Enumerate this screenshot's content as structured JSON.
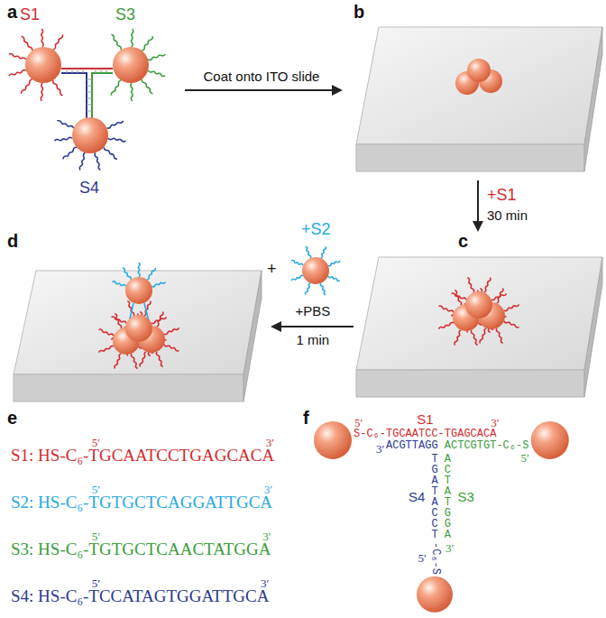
{
  "diagram": {
    "labels": [
      "a",
      "S1",
      "S3",
      "S4",
      "Coat onto ITO slide",
      "b",
      "+S1",
      "30 min",
      "c",
      "+S2",
      "+",
      "+PBS",
      "1 min",
      "d",
      "e",
      "5′",
      "3′",
      "S1: HS-C₆-TGCAATCCTGAGCACA",
      "5′",
      "3′",
      "S2: HS-C₆-TGTGCTCAGGATTGCA",
      "5′",
      "3′",
      "S3: HS-C₆-TGTGCTCAACTATGGA",
      "5′",
      "3′",
      "S4: HS-C₆-TCCATAGTGGATTGCA",
      "f",
      "S1",
      "5′",
      "S-C₆-TGCAATCC-TGAGCACA",
      "3′",
      "3′",
      "ACGTTAGG",
      "ACTCGTGT-C₆-S",
      "5′",
      "S4",
      "TGATACCT",
      "-C₆-S",
      "5′",
      "S3",
      "ACTATGGA",
      "3′"
    ]
  }
}
